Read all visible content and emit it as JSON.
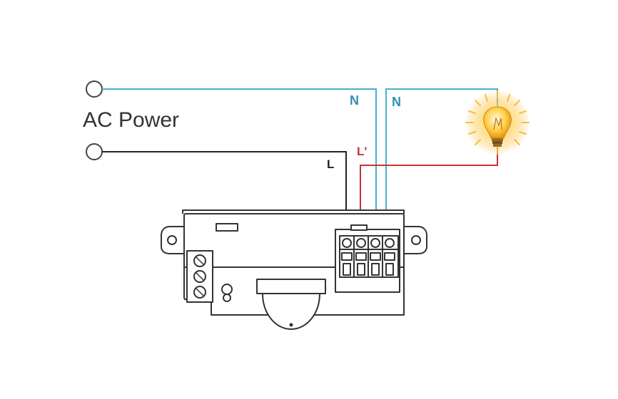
{
  "diagram": {
    "power_label": "AC Power",
    "labels": {
      "neutral_in": "N",
      "neutral_out": "N",
      "live_in": "L",
      "live_out": "L'"
    },
    "colors": {
      "neutral_wire": "#4aaecb",
      "live_wire": "#222222",
      "switched_live_wire": "#c8323c",
      "outline": "#333333",
      "bulb_glow": "#f6b73c"
    }
  }
}
